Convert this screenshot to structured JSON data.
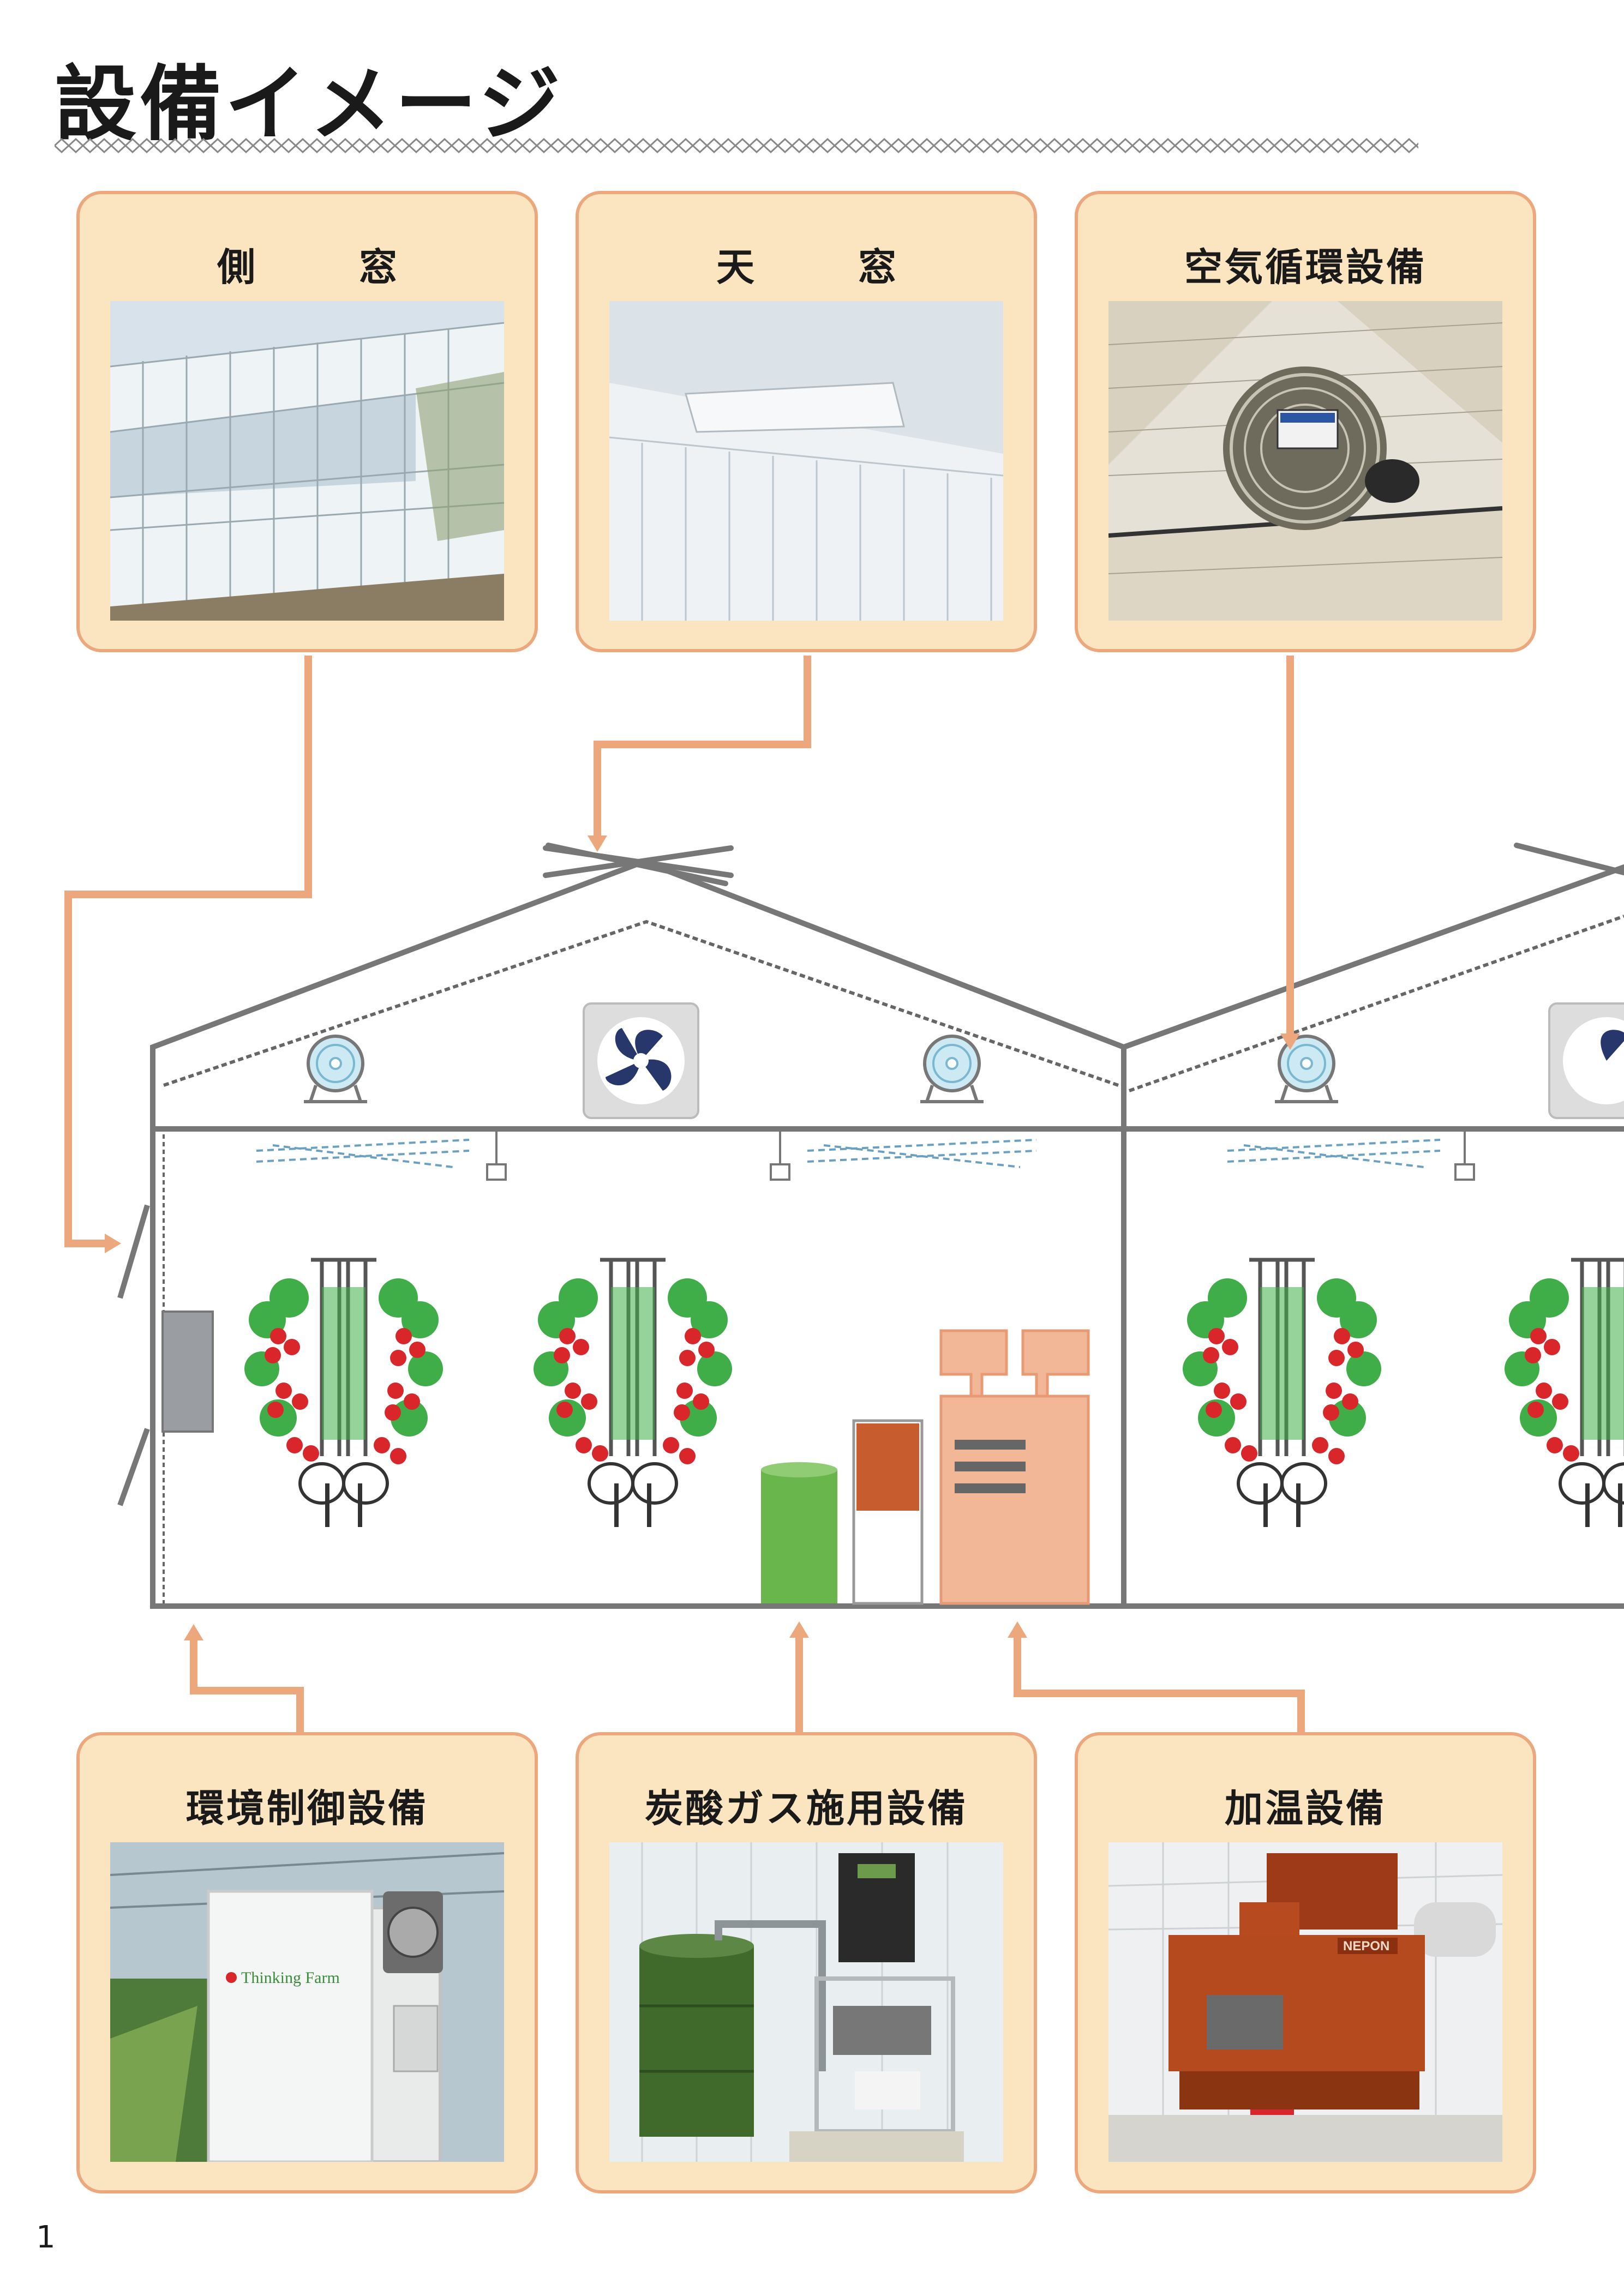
{
  "page": {
    "title": "設備イメージ",
    "page_number": "1"
  },
  "equipment_top": [
    {
      "id": "side-window",
      "label": "側　窓",
      "photo_icon": "greenhouse-side-window-photo"
    },
    {
      "id": "roof-window",
      "label": "天　窓",
      "photo_icon": "greenhouse-roof-window-photo"
    },
    {
      "id": "air-circulation",
      "label": "空気循環設備",
      "photo_icon": "circulation-fan-photo"
    }
  ],
  "equipment_bottom": [
    {
      "id": "environment-control",
      "label": "環境制御設備",
      "photo_icon": "control-box-photo",
      "photo_text": "Thinking Farm"
    },
    {
      "id": "co2-supply",
      "label": "炭酸ガス施用設備",
      "photo_icon": "co2-tank-photo"
    },
    {
      "id": "heating",
      "label": "加温設備",
      "photo_icon": "heater-photo",
      "photo_text": "NEPON"
    }
  ],
  "colors": {
    "card_fill": "#fae5c0",
    "card_border": "#eca77d",
    "connector": "#eca77d",
    "structure": "#777777",
    "plant_leaf": "#3fae49",
    "tomato": "#d9262b",
    "co2_tank": "#69b64d",
    "heater": "#f2b796",
    "control_panel": "#c75c2e"
  }
}
